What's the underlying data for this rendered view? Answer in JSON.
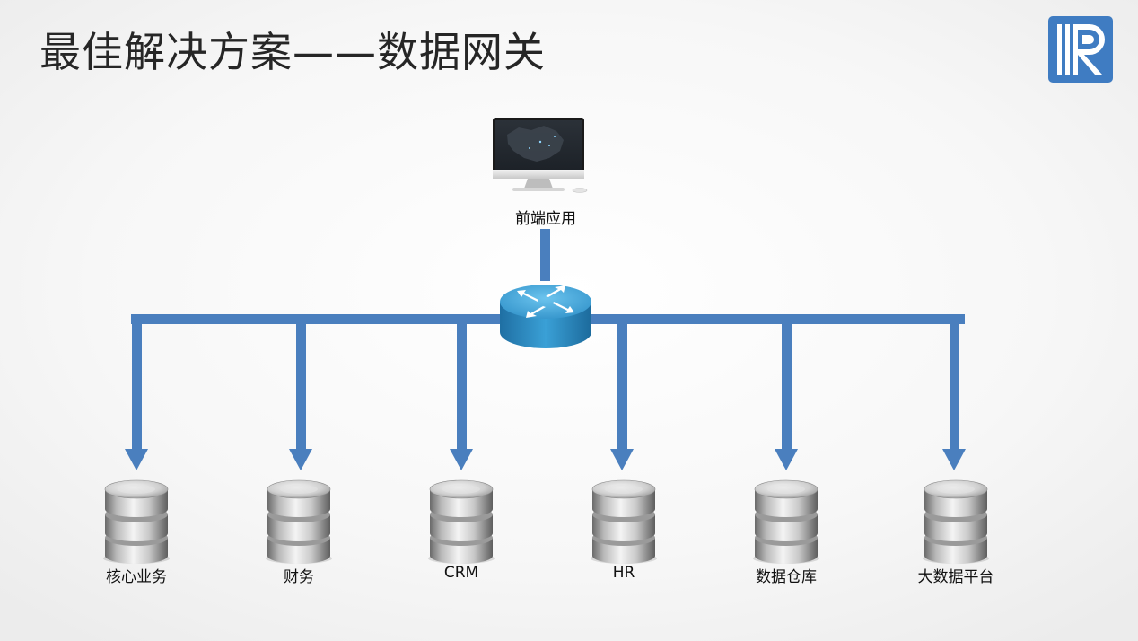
{
  "title": "最佳解决方案——数据网关",
  "logo_icon": "r-logo",
  "front_end": {
    "label": "前端应用",
    "icon": "desktop-monitor-icon"
  },
  "gateway": {
    "icon": "router-icon"
  },
  "targets": [
    {
      "label": "核心业务",
      "icon": "database-icon"
    },
    {
      "label": "财务",
      "icon": "database-icon"
    },
    {
      "label": "CRM",
      "icon": "database-icon"
    },
    {
      "label": "HR",
      "icon": "database-icon"
    },
    {
      "label": "数据仓库",
      "icon": "database-icon"
    },
    {
      "label": "大数据平台",
      "icon": "database-icon"
    }
  ],
  "colors": {
    "connector": "#4a7fbe",
    "router": "#2f90c8",
    "logo": "#3f7cc2",
    "title": "#262626"
  }
}
